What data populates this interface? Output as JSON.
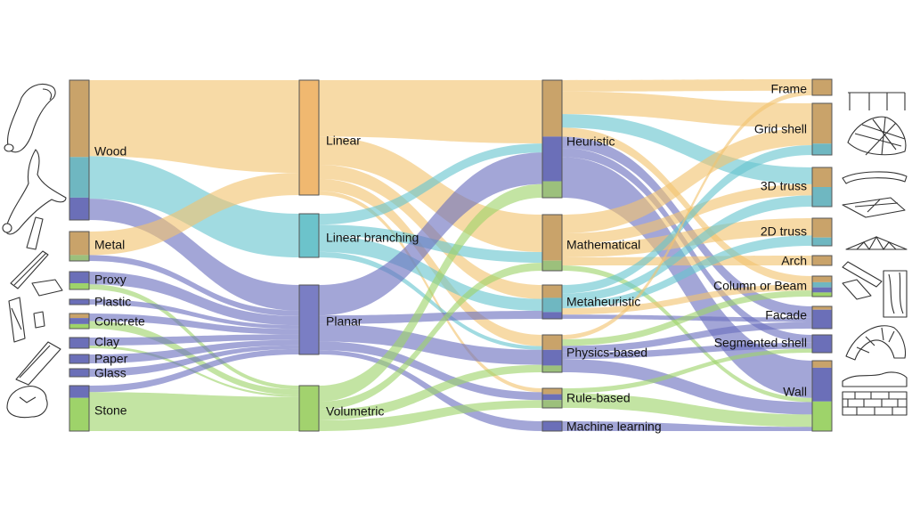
{
  "colors": {
    "wood": "#F2C36F",
    "metal": "#67C5CF",
    "proxy": "#6B6FBF",
    "plastic": "#6B6FBF",
    "concrete": "#6B6FBF",
    "clay": "#6B6FBF",
    "paper": "#6B6FBF",
    "glass": "#6B6FBF",
    "stone": "#9ED36A"
  },
  "columns": [
    {
      "id": "material",
      "nodes": [
        {
          "id": "wood",
          "label": "Wood",
          "segments": [
            [
              "#C9A36A",
              0.55
            ],
            [
              "#6FB7C1",
              0.29
            ],
            [
              "#6B6FB8",
              0.16
            ]
          ]
        },
        {
          "id": "metal",
          "label": "Metal",
          "segments": [
            [
              "#C9A36A",
              0.8
            ],
            [
              "#9CC07C",
              0.2
            ]
          ]
        },
        {
          "id": "proxy",
          "label": "Proxy",
          "segments": [
            [
              "#6B6FB8",
              0.65
            ],
            [
              "#9ED36A",
              0.35
            ]
          ]
        },
        {
          "id": "plastic",
          "label": "Plastic",
          "segments": [
            [
              "#6B6FB8",
              1
            ]
          ]
        },
        {
          "id": "concrete",
          "label": "Concrete",
          "segments": [
            [
              "#C9A36A",
              0.3
            ],
            [
              "#6B6FB8",
              0.4
            ],
            [
              "#9ED36A",
              0.3
            ]
          ]
        },
        {
          "id": "clay",
          "label": "Clay",
          "segments": [
            [
              "#6B6FB8",
              1
            ]
          ]
        },
        {
          "id": "paper",
          "label": "Paper",
          "segments": [
            [
              "#6B6FB8",
              1
            ]
          ]
        },
        {
          "id": "glass",
          "label": "Glass",
          "segments": [
            [
              "#6B6FB8",
              1
            ]
          ]
        },
        {
          "id": "stone",
          "label": "Stone",
          "segments": [
            [
              "#6B6FB8",
              0.27
            ],
            [
              "#9ED36A",
              0.73
            ]
          ]
        }
      ]
    },
    {
      "id": "element",
      "nodes": [
        {
          "id": "linear",
          "label": "Linear",
          "segments": [
            [
              "#F0B870",
              1
            ]
          ]
        },
        {
          "id": "linear_branching",
          "label": "Linear branching",
          "segments": [
            [
              "#6CC3CB",
              1
            ]
          ]
        },
        {
          "id": "planar",
          "label": "Planar",
          "segments": [
            [
              "#7A7EC4",
              1
            ]
          ]
        },
        {
          "id": "volumetric",
          "label": "Volumetric",
          "segments": [
            [
              "#A2D26E",
              1
            ]
          ]
        }
      ]
    },
    {
      "id": "method",
      "nodes": [
        {
          "id": "heuristic",
          "label": "Heuristic",
          "segments": [
            [
              "#C9A36A",
              0.48
            ],
            [
              "#6B6FB8",
              0.38
            ],
            [
              "#9CC07C",
              0.14
            ]
          ]
        },
        {
          "id": "mathematical",
          "label": "Mathematical",
          "segments": [
            [
              "#C9A36A",
              0.82
            ],
            [
              "#9CC07C",
              0.18
            ]
          ]
        },
        {
          "id": "metaheuristic",
          "label": "Metaheuristic",
          "segments": [
            [
              "#C9A36A",
              0.38
            ],
            [
              "#6FB7C1",
              0.42
            ],
            [
              "#6B6FB8",
              0.2
            ]
          ]
        },
        {
          "id": "physics_based",
          "label": "Physics-based",
          "segments": [
            [
              "#C9A36A",
              0.4
            ],
            [
              "#6B6FB8",
              0.42
            ],
            [
              "#9CC07C",
              0.18
            ]
          ]
        },
        {
          "id": "rule_based",
          "label": "Rule-based",
          "segments": [
            [
              "#C9A36A",
              0.3
            ],
            [
              "#6B6FB8",
              0.3
            ],
            [
              "#9CC07C",
              0.4
            ]
          ]
        },
        {
          "id": "machine_learning",
          "label": "Machine learning",
          "segments": [
            [
              "#6B6FB8",
              1
            ]
          ]
        }
      ]
    },
    {
      "id": "structure",
      "nodes": [
        {
          "id": "frame",
          "label": "Frame",
          "segments": [
            [
              "#C9A36A",
              1
            ]
          ]
        },
        {
          "id": "grid_shell",
          "label": "Grid shell",
          "segments": [
            [
              "#C9A36A",
              0.78
            ],
            [
              "#6FB7C1",
              0.22
            ]
          ]
        },
        {
          "id": "truss_3d",
          "label": "3D truss",
          "segments": [
            [
              "#C9A36A",
              0.5
            ],
            [
              "#6FB7C1",
              0.5
            ]
          ]
        },
        {
          "id": "truss_2d",
          "label": "2D truss",
          "segments": [
            [
              "#C9A36A",
              0.7
            ],
            [
              "#6FB7C1",
              0.3
            ]
          ]
        },
        {
          "id": "arch",
          "label": "Arch",
          "segments": [
            [
              "#C9A36A",
              1
            ]
          ]
        },
        {
          "id": "column_beam",
          "label": "Column or Beam",
          "segments": [
            [
              "#C9A36A",
              0.3
            ],
            [
              "#6FB7C1",
              0.25
            ],
            [
              "#6B6FB8",
              0.25
            ],
            [
              "#9ED36A",
              0.2
            ]
          ]
        },
        {
          "id": "facade",
          "label": "Facade",
          "segments": [
            [
              "#C9A36A",
              0.15
            ],
            [
              "#6B6FB8",
              0.85
            ]
          ]
        },
        {
          "id": "segmented_shell",
          "label": "Segmented shell",
          "segments": [
            [
              "#6B6FB8",
              1
            ]
          ]
        },
        {
          "id": "wall",
          "label": "Wall",
          "segments": [
            [
              "#C9A36A",
              0.1
            ],
            [
              "#6B6FB8",
              0.48
            ],
            [
              "#9ED36A",
              0.42
            ]
          ]
        }
      ]
    }
  ],
  "flows": [
    [
      "wood",
      "linear",
      50,
      "wood"
    ],
    [
      "wood",
      "linear_branching",
      28,
      "metal"
    ],
    [
      "wood",
      "planar",
      14,
      "proxy"
    ],
    [
      "metal",
      "linear",
      12,
      "wood"
    ],
    [
      "metal",
      "planar",
      3,
      "proxy"
    ],
    [
      "proxy",
      "planar",
      5,
      "proxy"
    ],
    [
      "proxy",
      "volumetric",
      2,
      "stone"
    ],
    [
      "plastic",
      "planar",
      2,
      "plastic"
    ],
    [
      "concrete",
      "planar",
      3,
      "concrete"
    ],
    [
      "concrete",
      "volumetric",
      3,
      "stone"
    ],
    [
      "clay",
      "planar",
      3,
      "clay"
    ],
    [
      "clay",
      "volumetric",
      1,
      "stone"
    ],
    [
      "paper",
      "planar",
      3,
      "paper"
    ],
    [
      "glass",
      "planar",
      2,
      "glass"
    ],
    [
      "stone",
      "planar",
      3,
      "proxy"
    ],
    [
      "stone",
      "volumetric",
      18,
      "stone"
    ],
    [
      "linear",
      "heuristic",
      28,
      "wood"
    ],
    [
      "linear",
      "mathematical",
      14,
      "wood"
    ],
    [
      "linear",
      "metaheuristic",
      7,
      "wood"
    ],
    [
      "linear",
      "physics_based",
      6,
      "wood"
    ],
    [
      "linear",
      "rule_based",
      2,
      "wood"
    ],
    [
      "linear_branching",
      "heuristic",
      4,
      "metal"
    ],
    [
      "linear_branching",
      "mathematical",
      4,
      "metal"
    ],
    [
      "linear_branching",
      "metaheuristic",
      6,
      "metal"
    ],
    [
      "linear_branching",
      "physics_based",
      2,
      "metal"
    ],
    [
      "planar",
      "heuristic",
      14,
      "proxy"
    ],
    [
      "planar",
      "metaheuristic",
      4,
      "proxy"
    ],
    [
      "planar",
      "physics_based",
      8,
      "proxy"
    ],
    [
      "planar",
      "rule_based",
      4,
      "proxy"
    ],
    [
      "planar",
      "machine_learning",
      2,
      "proxy"
    ],
    [
      "volumetric",
      "heuristic",
      6,
      "stone"
    ],
    [
      "volumetric",
      "mathematical",
      3,
      "stone"
    ],
    [
      "volumetric",
      "physics_based",
      4,
      "stone"
    ],
    [
      "volumetric",
      "rule_based",
      4,
      "stone"
    ],
    [
      "heuristic",
      "frame",
      5,
      "wood"
    ],
    [
      "heuristic",
      "grid_shell",
      10,
      "wood"
    ],
    [
      "heuristic",
      "truss_3d",
      6,
      "metal"
    ],
    [
      "heuristic",
      "column_beam",
      4,
      "wood"
    ],
    [
      "heuristic",
      "facade",
      5,
      "proxy"
    ],
    [
      "heuristic",
      "segmented_shell",
      4,
      "proxy"
    ],
    [
      "heuristic",
      "wall",
      18,
      "proxy"
    ],
    [
      "mathematical",
      "grid_shell",
      7,
      "wood"
    ],
    [
      "mathematical",
      "truss_3d",
      4,
      "wood"
    ],
    [
      "mathematical",
      "truss_2d",
      5,
      "wood"
    ],
    [
      "mathematical",
      "arch",
      3,
      "wood"
    ],
    [
      "mathematical",
      "wall",
      2,
      "stone"
    ],
    [
      "metaheuristic",
      "grid_shell",
      4,
      "metal"
    ],
    [
      "metaheuristic",
      "truss_3d",
      4,
      "metal"
    ],
    [
      "metaheuristic",
      "truss_2d",
      3,
      "metal"
    ],
    [
      "metaheuristic",
      "column_beam",
      3,
      "wood"
    ],
    [
      "metaheuristic",
      "facade",
      2,
      "proxy"
    ],
    [
      "physics_based",
      "frame",
      2,
      "wood"
    ],
    [
      "physics_based",
      "column_beam",
      3,
      "stone"
    ],
    [
      "physics_based",
      "facade",
      3,
      "proxy"
    ],
    [
      "physics_based",
      "segmented_shell",
      3,
      "proxy"
    ],
    [
      "physics_based",
      "wall",
      6,
      "proxy"
    ],
    [
      "rule_based",
      "segmented_shell",
      2,
      "stone"
    ],
    [
      "rule_based",
      "wall",
      6,
      "stone"
    ],
    [
      "machine_learning",
      "wall",
      2,
      "proxy"
    ]
  ]
}
